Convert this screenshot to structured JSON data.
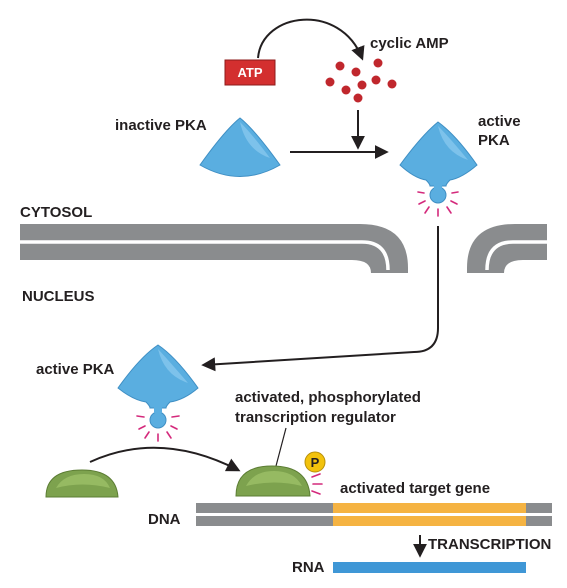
{
  "labels": {
    "atp": "ATP",
    "cyclic_amp": "cyclic AMP",
    "inactive_pka": "inactive PKA",
    "active_pka_line1": "active",
    "active_pka_line2": "PKA",
    "cytosol": "CYTOSOL",
    "nucleus": "NUCLEUS",
    "active_pka_nucleus": "active PKA",
    "regulator_line1": "activated, phosphorylated",
    "regulator_line2": "transcription regulator",
    "phosphate": "P",
    "target_gene": "activated target gene",
    "dna": "DNA",
    "transcription": "TRANSCRIPTION",
    "rna": "RNA"
  },
  "colors": {
    "pka_fill": "#5aaee0",
    "pka_light": "#8ccbf0",
    "regulator_fill": "#7da24e",
    "regulator_light": "#9cc068",
    "atp_box": "#d32f2f",
    "camp_dot": "#c0272d",
    "membrane": "#8a8c8e",
    "dna_strand": "#8a8c8e",
    "gene_highlight": "#f5b342",
    "rna": "#3f97d6",
    "phosphate": "#f2c20c",
    "activity_rays": "#d42a7c",
    "arrow": "#231f20"
  }
}
